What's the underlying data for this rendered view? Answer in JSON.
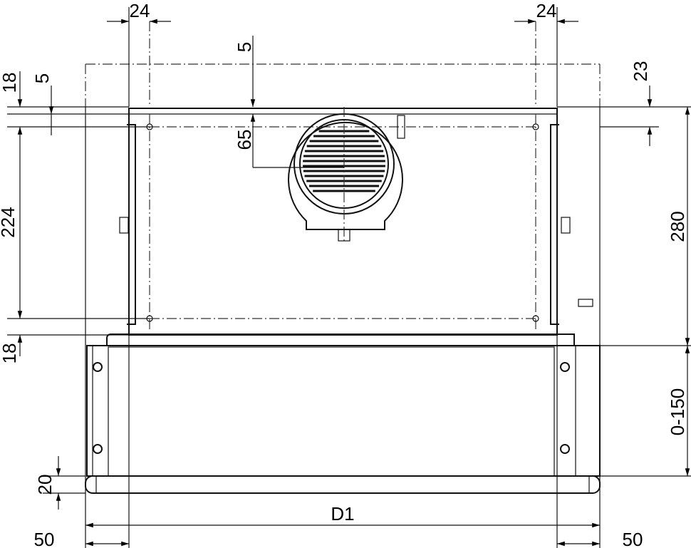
{
  "drawing": {
    "dimensions": {
      "top_left_width": "24",
      "top_right_width": "24",
      "top_gap": "5",
      "left_top_18": "18",
      "left_top_5": "5",
      "right_top_23": "23",
      "fan_offset": "65",
      "left_height": "224",
      "right_height": "280",
      "left_bottom_18": "18",
      "drawer_extension": "0-150",
      "front_panel": "20",
      "width": "D1",
      "bottom_left_50": "50",
      "bottom_right_50": "50"
    },
    "line_color": "#111111"
  }
}
